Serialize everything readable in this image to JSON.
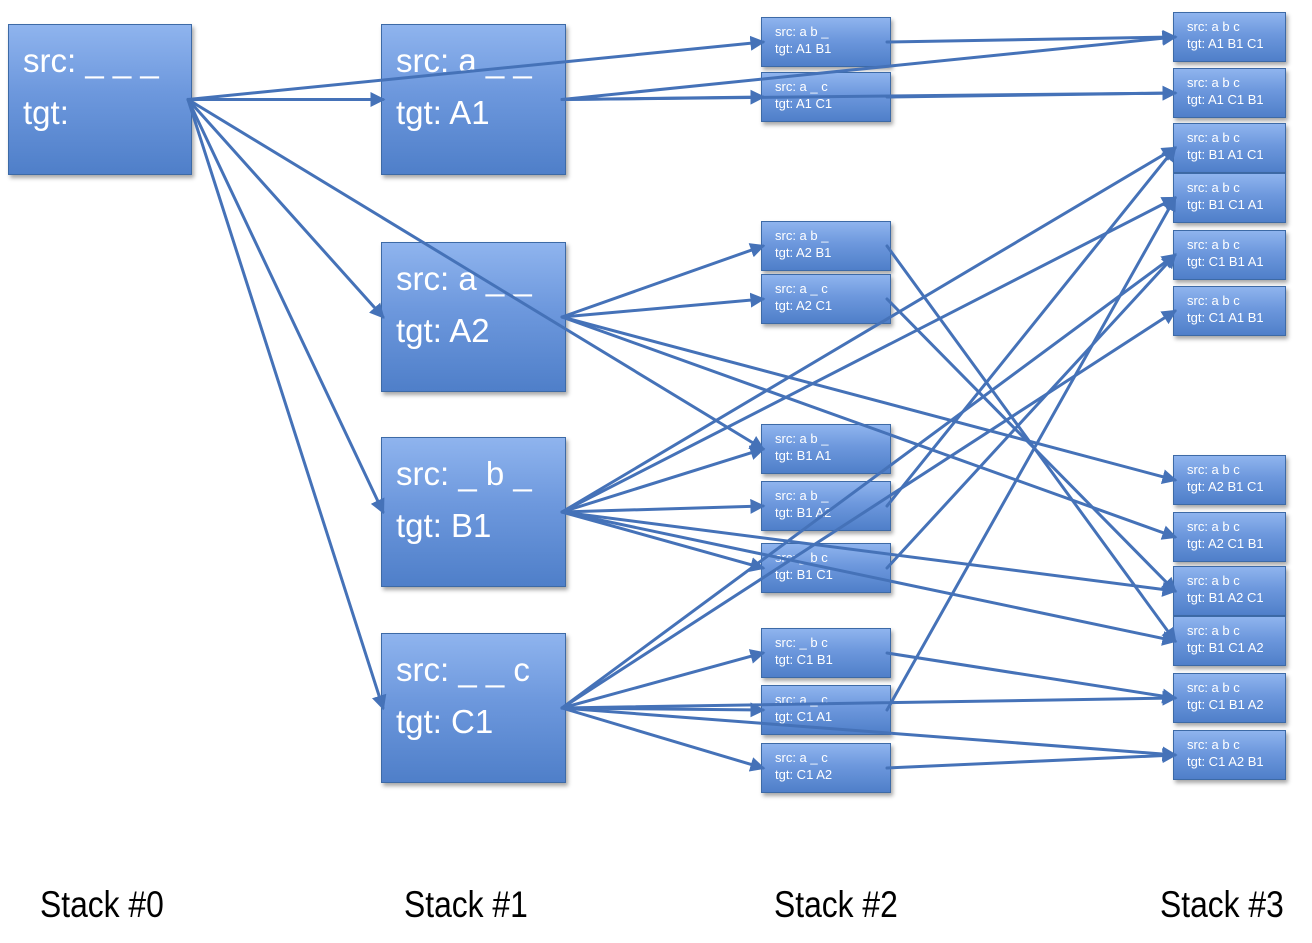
{
  "colors": {
    "edge": "#4572b8",
    "node_top": "#8fb4ee",
    "node_bottom": "#4f7fc9",
    "node_border": "#3d6aa6",
    "text": "#ffffff"
  },
  "nodes": [
    {
      "id": "s0",
      "src": "src: _ _ _",
      "tgt": "tgt:"
    },
    {
      "id": "s1a",
      "src": "src: a _ _",
      "tgt": "tgt: A1"
    },
    {
      "id": "s1b",
      "src": "src: a _ _",
      "tgt": "tgt: A2"
    },
    {
      "id": "s1c",
      "src": "src: _ b _",
      "tgt": "tgt: B1"
    },
    {
      "id": "s1d",
      "src": "src: _ _ c",
      "tgt": "tgt: C1"
    },
    {
      "id": "s2_1",
      "src": "src: a b _",
      "tgt": "tgt: A1 B1"
    },
    {
      "id": "s2_2",
      "src": "src: a _ c",
      "tgt": "tgt: A1 C1"
    },
    {
      "id": "s2_3",
      "src": "src: a b _",
      "tgt": "tgt: A2 B1"
    },
    {
      "id": "s2_4",
      "src": "src: a _ c",
      "tgt": "tgt: A2 C1"
    },
    {
      "id": "s2_5",
      "src": "src: a b _",
      "tgt": "tgt: B1 A1"
    },
    {
      "id": "s2_6",
      "src": "src: a b _",
      "tgt": "tgt: B1 A2"
    },
    {
      "id": "s2_7",
      "src": "src: _ b c",
      "tgt": "tgt: B1 C1"
    },
    {
      "id": "s2_8",
      "src": "src: _ b c",
      "tgt": "tgt: C1 B1"
    },
    {
      "id": "s2_9",
      "src": "src: a _ c",
      "tgt": "tgt: C1 A1"
    },
    {
      "id": "s2_10",
      "src": "src: a _ c",
      "tgt": "tgt: C1 A2"
    },
    {
      "id": "s3_1",
      "src": "src: a b c",
      "tgt": "tgt: A1 B1 C1"
    },
    {
      "id": "s3_2",
      "src": "src: a b c",
      "tgt": "tgt: A1 C1 B1"
    },
    {
      "id": "s3_3",
      "src": "src: a b c",
      "tgt": "tgt: B1 A1 C1"
    },
    {
      "id": "s3_4",
      "src": "src: a b c",
      "tgt": "tgt: B1 C1 A1"
    },
    {
      "id": "s3_5",
      "src": "src: a b c",
      "tgt": "tgt: C1 B1 A1"
    },
    {
      "id": "s3_6",
      "src": "src: a b c",
      "tgt": "tgt: C1 A1 B1"
    },
    {
      "id": "s3_7",
      "src": "src: a b c",
      "tgt": "tgt: A2 B1 C1"
    },
    {
      "id": "s3_8",
      "src": "src: a b c",
      "tgt": "tgt: A2 C1 B1"
    },
    {
      "id": "s3_9",
      "src": "src: a b c",
      "tgt": "tgt: B1 A2 C1"
    },
    {
      "id": "s3_10",
      "src": "src: a b c",
      "tgt": "tgt: B1 C1 A2"
    },
    {
      "id": "s3_11",
      "src": "src: a b c",
      "tgt": "tgt: C1 B1 A2"
    },
    {
      "id": "s3_12",
      "src": "src: a b c",
      "tgt": "tgt: C1 A2 B1"
    }
  ],
  "edges": [
    [
      "s0",
      "s1a"
    ],
    [
      "s0",
      "s1b"
    ],
    [
      "s0",
      "s1c"
    ],
    [
      "s0",
      "s1d"
    ],
    [
      "s0",
      "s2_1"
    ],
    [
      "s0",
      "s2_5"
    ],
    [
      "s1a",
      "s2_2"
    ],
    [
      "s1a",
      "s3_1"
    ],
    [
      "s1a",
      "s3_2"
    ],
    [
      "s1b",
      "s2_3"
    ],
    [
      "s1b",
      "s2_4"
    ],
    [
      "s1b",
      "s3_7"
    ],
    [
      "s1b",
      "s3_8"
    ],
    [
      "s1c",
      "s2_5"
    ],
    [
      "s1c",
      "s2_6"
    ],
    [
      "s1c",
      "s3_3"
    ],
    [
      "s1c",
      "s3_4"
    ],
    [
      "s1c",
      "s3_9"
    ],
    [
      "s1c",
      "s3_10"
    ],
    [
      "s1c",
      "s2_7"
    ],
    [
      "s1d",
      "s2_8"
    ],
    [
      "s1d",
      "s2_9"
    ],
    [
      "s1d",
      "s2_10"
    ],
    [
      "s1d",
      "s3_5"
    ],
    [
      "s1d",
      "s3_6"
    ],
    [
      "s1d",
      "s3_11"
    ],
    [
      "s1d",
      "s3_12"
    ],
    [
      "s2_1",
      "s3_1"
    ],
    [
      "s2_2",
      "s3_2"
    ],
    [
      "s2_3",
      "s3_10"
    ],
    [
      "s2_4",
      "s3_9"
    ],
    [
      "s2_6",
      "s3_3"
    ],
    [
      "s2_7",
      "s3_5"
    ],
    [
      "s2_8",
      "s3_11"
    ],
    [
      "s2_9",
      "s3_4"
    ],
    [
      "s2_10",
      "s3_12"
    ]
  ],
  "stack_labels": [
    "Stack #0",
    "Stack #1",
    "Stack #2",
    "Stack #3"
  ]
}
